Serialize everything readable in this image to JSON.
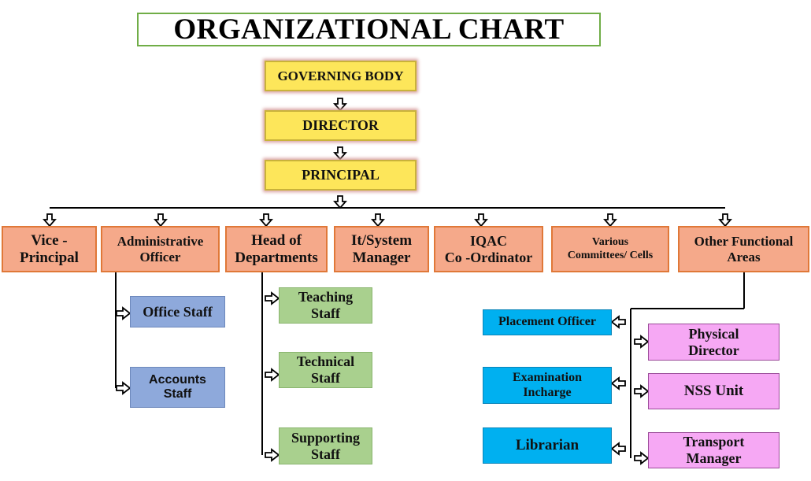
{
  "title": "ORGANIZATIONAL CHART",
  "top_chain": {
    "governing_body": "GOVERNING BODY",
    "director": "DIRECTOR",
    "principal": "PRINCIPAL"
  },
  "departments": {
    "vice_principal": "Vice -\nPrincipal",
    "administrative_officer": "Administrative\nOfficer",
    "head_of_departments": "Head of\nDepartments",
    "it_system_manager": "It/System\nManager",
    "iqac": "IQAC\nCo -Ordinator",
    "committees": "Various\nCommittees/ Cells",
    "other_functional_areas": "Other Functional\nAreas"
  },
  "admin_staff": {
    "office_staff": "Office Staff",
    "accounts_staff": "Accounts\nStaff"
  },
  "hod_staff": {
    "teaching_staff": "Teaching\nStaff",
    "technical_staff": "Technical\nStaff",
    "supporting_staff": "Supporting\nStaff"
  },
  "functional_left": {
    "placement_officer": "Placement Officer",
    "examination_incharge": "Examination\nIncharge",
    "librarian": "Librarian"
  },
  "functional_right": {
    "physical_director": "Physical\nDirector",
    "nss_unit": "NSS Unit",
    "transport_manager": "Transport\nManager"
  },
  "colors": {
    "top_chain": "#fde65a",
    "departments": "#f5a98a",
    "admin_staff": "#8ea9db",
    "hod_staff": "#a9d08e",
    "functional_left": "#00b0f0",
    "functional_right": "#f6a8f4",
    "title_border": "#70ad47"
  }
}
